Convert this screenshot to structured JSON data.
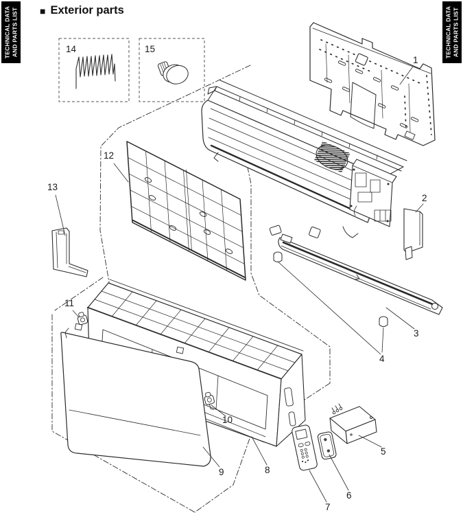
{
  "banners": {
    "left": {
      "lines": [
        "TECHNICAL DATA",
        "AND PARTS LIST"
      ]
    },
    "right": {
      "lines": [
        "TECHNICAL DATA",
        "AND PARTS LIST"
      ]
    }
  },
  "title": {
    "bullet": "■",
    "text": "Exterior parts"
  },
  "diagram": {
    "callouts": [
      {
        "label": "1"
      },
      {
        "label": "2"
      },
      {
        "label": "3"
      },
      {
        "label": "4"
      },
      {
        "label": "5"
      },
      {
        "label": "6"
      },
      {
        "label": "7"
      },
      {
        "label": "8"
      },
      {
        "label": "9"
      },
      {
        "label": "10"
      },
      {
        "label": "11"
      },
      {
        "label": "12"
      },
      {
        "label": "13"
      },
      {
        "label": "14"
      },
      {
        "label": "15"
      }
    ]
  },
  "colors": {
    "background": "#ffffff",
    "line": "#2a2a2a",
    "phantom_line": "#555555",
    "banner_bg": "#000000",
    "banner_text": "#ffffff"
  }
}
